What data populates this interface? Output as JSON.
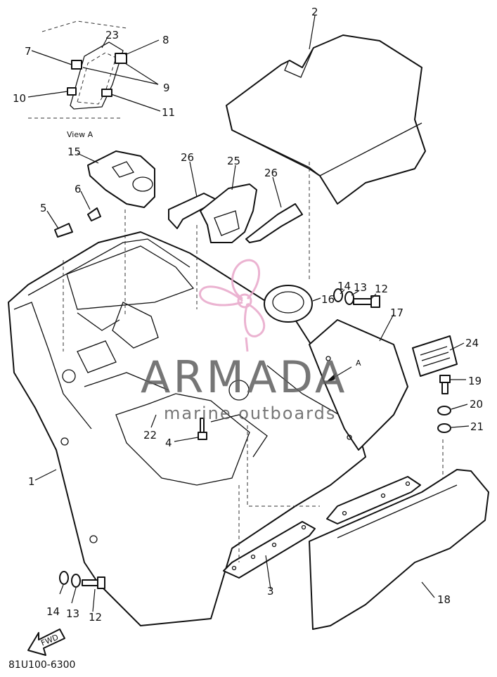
{
  "diagram": {
    "view_label": "View A",
    "view_arrow_label": "A",
    "drawing_code": "81U100-6300",
    "forward_label": "FWD",
    "callouts": {
      "c1": "1",
      "c2": "2",
      "c3": "3",
      "c4": "4",
      "c5": "5",
      "c6": "6",
      "c7": "7",
      "c8": "8",
      "c9": "9",
      "c10": "10",
      "c11": "11",
      "c12a": "12",
      "c12b": "12",
      "c13a": "13",
      "c13b": "13",
      "c14a": "14",
      "c14b": "14",
      "c15": "15",
      "c16": "16",
      "c17": "17",
      "c18": "18",
      "c19": "19",
      "c20": "20",
      "c21": "21",
      "c22": "22",
      "c23": "23",
      "c24": "24",
      "c25": "25",
      "c26a": "26",
      "c26b": "26"
    }
  },
  "watermark": {
    "title": "ARMADA",
    "subtitle": "marine outboards",
    "title_color": "#5f5f5f",
    "accent_color": "#e8a6c9"
  }
}
